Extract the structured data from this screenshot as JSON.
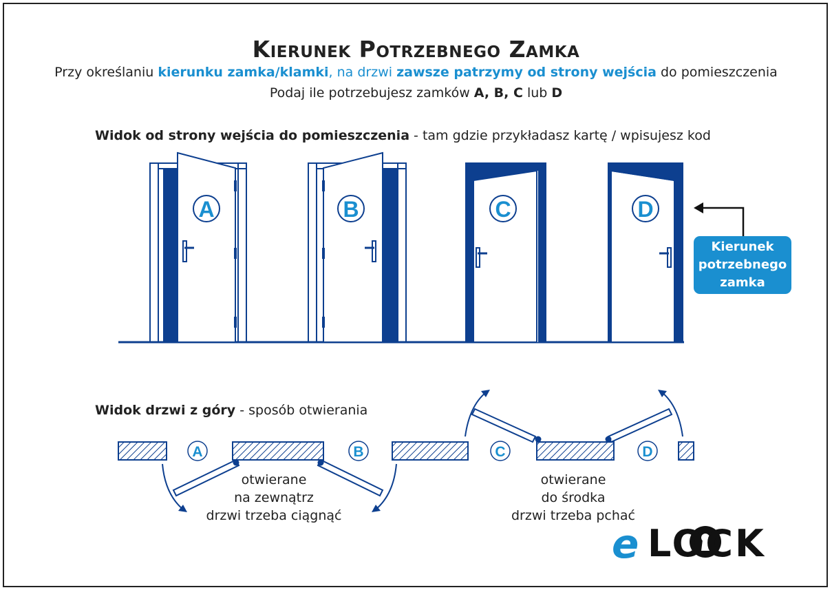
{
  "title": "Kierunek Potrzebnego Zamka",
  "subtitle1": {
    "part1": "Przy określaniu ",
    "hl1": "kierunku zamka/klamki",
    "part2": ", na drzwi ",
    "hl2": "zawsze patrzymy od strony wejścia",
    "part3": " do pomieszczenia"
  },
  "subtitle2": {
    "part1": "Podaj ile potrzebujesz zamków ",
    "letters": "A, B, C",
    "part2": " lub ",
    "last": "D"
  },
  "front_view": {
    "heading_bold": "Widok od strony wejścia do pomieszczenia",
    "heading_rest": " - tam gdzie przykładasz kartę / wpisujesz kod",
    "doors": [
      "A",
      "B",
      "C",
      "D"
    ]
  },
  "callout": {
    "line1": "Kierunek",
    "line2": "potrzebnego",
    "line3": "zamka"
  },
  "top_view": {
    "heading_bold": "Widok drzwi z góry",
    "heading_rest": " - sposób otwierania",
    "labels": [
      "A",
      "B",
      "C",
      "D"
    ],
    "outward": [
      "otwierane",
      "na zewnątrz",
      "drzwi trzeba ciągnąć"
    ],
    "inward": [
      "otwierane",
      "do środka",
      "drzwi trzeba pchać"
    ]
  },
  "logo": {
    "first": "e",
    "rest": "LOCK"
  },
  "colors": {
    "accent": "#1a8fd0",
    "dark_blue": "#0d3f8f",
    "outline": "#0d3f8f"
  }
}
